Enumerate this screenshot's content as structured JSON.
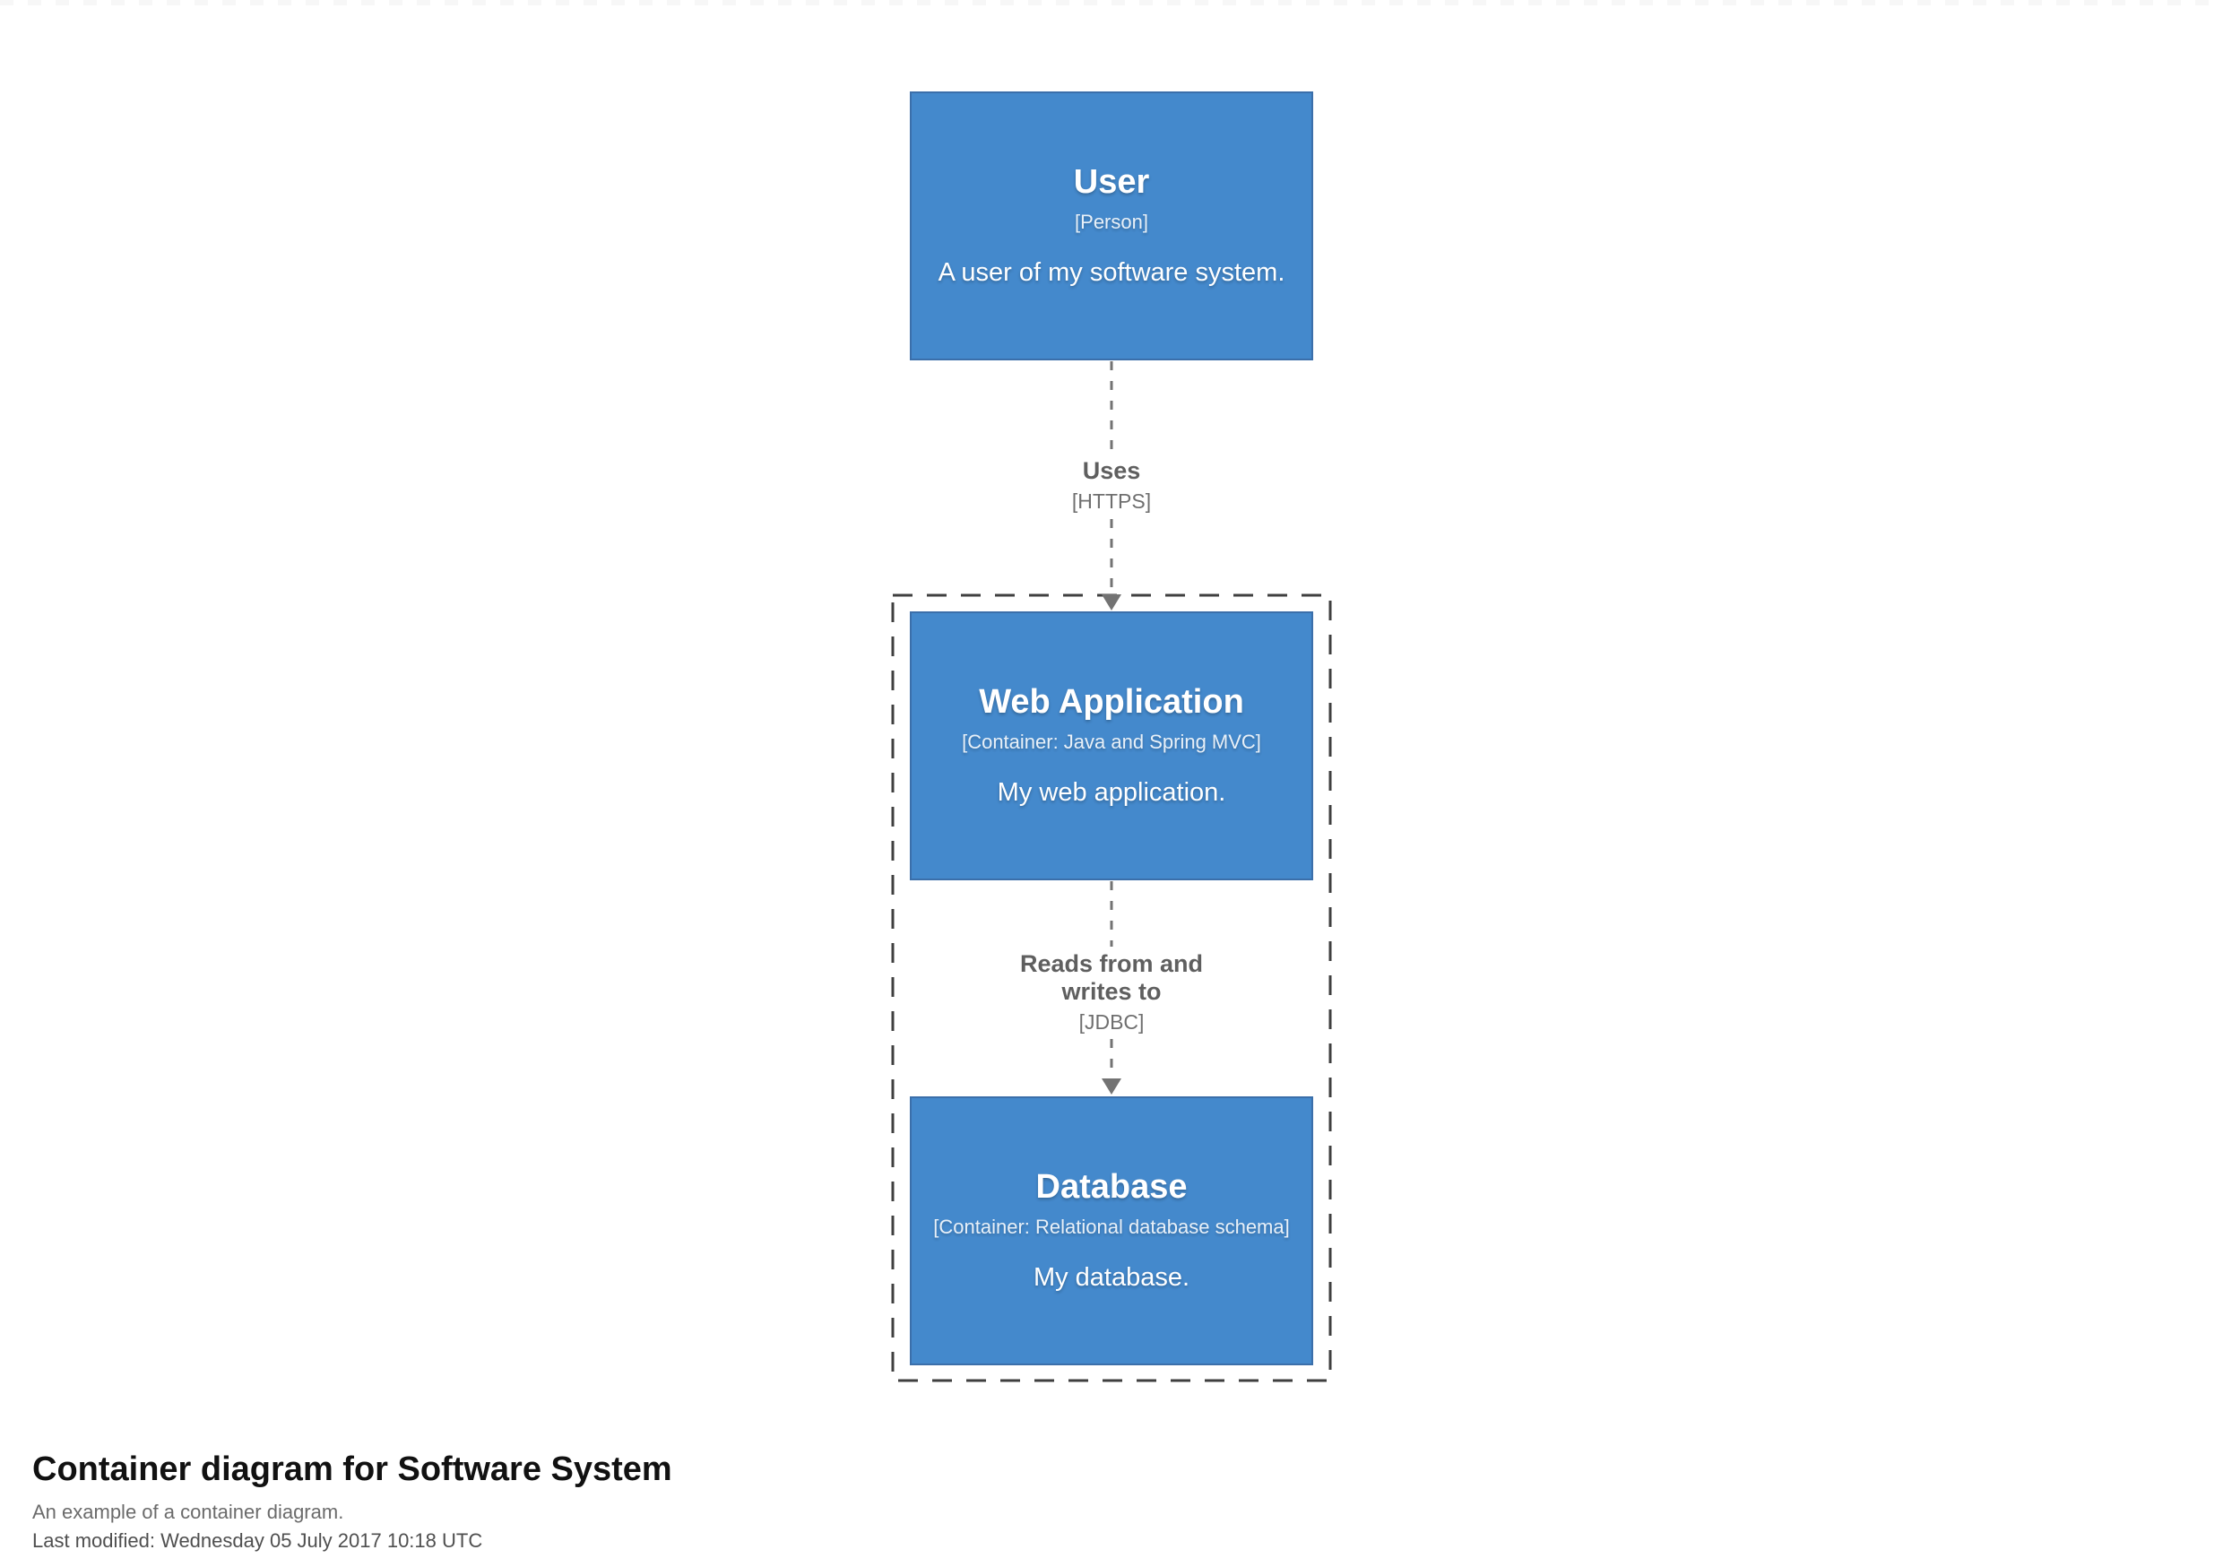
{
  "page": {
    "title": "Container diagram for Software System",
    "subtitle": "An example of a container diagram.",
    "last_modified": "Last modified: Wednesday 05 July 2017 10:18 UTC"
  },
  "colors": {
    "element_fill": "#4489CC",
    "element_border": "#3B6FAA",
    "element_text": "#FFFFFF",
    "relationship_line": "#737373",
    "relationship_text": "#5F5F5F",
    "relationship_tech_text": "#6F6F6F",
    "boundary_line": "#3F3F3F",
    "title_text": "#111111",
    "subtitle_text": "#6B6B6B",
    "modified_text": "#4F4F4F",
    "background": "#FFFFFF"
  },
  "elements": [
    {
      "name": "User",
      "metadata": "[Person]",
      "description": "A user of my software system."
    },
    {
      "name": "Web Application",
      "metadata": "[Container: Java and Spring MVC]",
      "description": "My web application."
    },
    {
      "name": "Database",
      "metadata": "[Container: Relational database schema]",
      "description": "My database."
    }
  ],
  "relationships": [
    {
      "label": "Uses",
      "technology": "[HTTPS]"
    },
    {
      "label": "Reads from and writes to",
      "technology": "[JDBC]"
    }
  ]
}
